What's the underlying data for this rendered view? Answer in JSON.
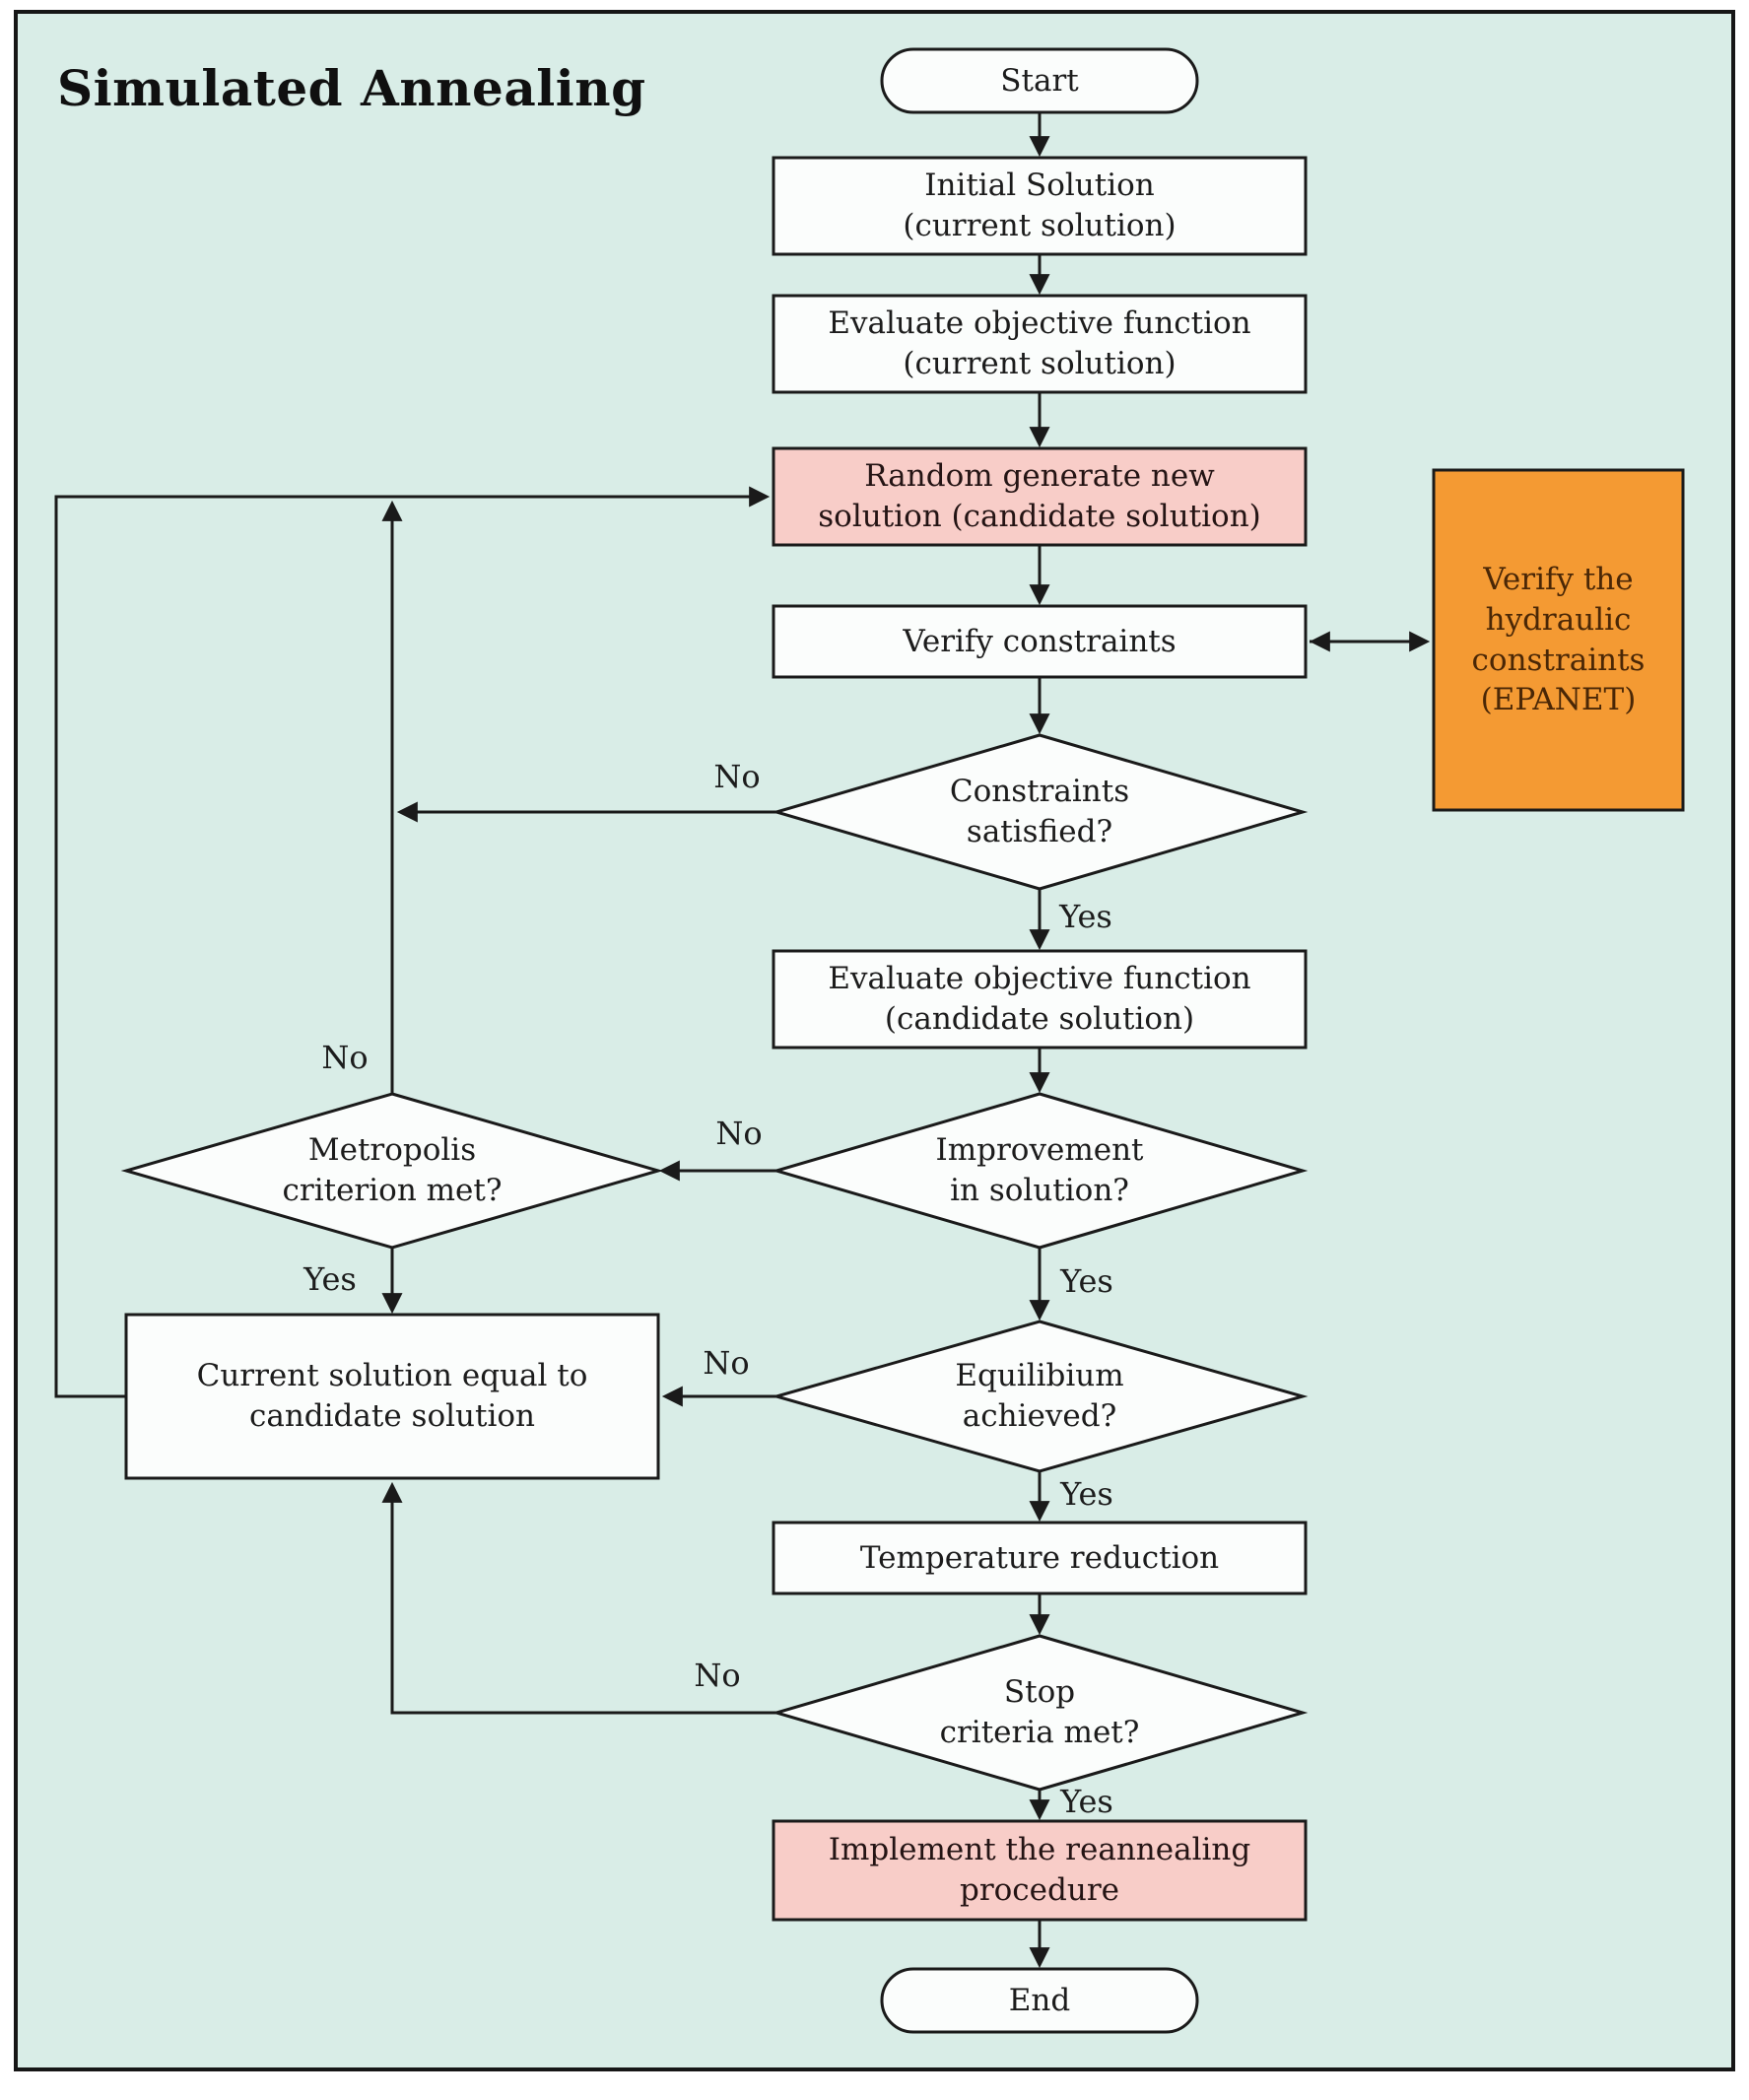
{
  "title": "Simulated Annealing",
  "colors": {
    "panel_background": "#d9ede7",
    "panel_border": "#161616",
    "node_fill": "#fbfdfc",
    "node_border": "#1a1a1a",
    "highlight_pink": "#f8cdc8",
    "highlight_orange": "#f49a33",
    "line": "#1a1a1a"
  },
  "nodes": {
    "start": {
      "type": "terminator",
      "label": "Start"
    },
    "initial_solution": {
      "type": "process",
      "label": "Initial Solution\n(current solution)"
    },
    "evaluate_current": {
      "type": "process",
      "label": "Evaluate objective function\n(current solution)"
    },
    "random_generate": {
      "type": "process",
      "label": "Random generate new\nsolution (candidate solution)"
    },
    "verify_constraints": {
      "type": "process",
      "label": "Verify constraints"
    },
    "epanet": {
      "type": "process",
      "label": "Verify the\nhydraulic\nconstraints\n(EPANET)"
    },
    "constraints_satisfied": {
      "type": "decision",
      "label": "Constraints\nsatisfied?"
    },
    "evaluate_candidate": {
      "type": "process",
      "label": "Evaluate objective function\n(candidate solution)"
    },
    "improvement": {
      "type": "decision",
      "label": "Improvement\nin solution?"
    },
    "metropolis": {
      "type": "decision",
      "label": "Metropolis\ncriterion met?"
    },
    "current_equals_candidate": {
      "type": "process",
      "label": "Current solution equal to\ncandidate solution"
    },
    "equilibium": {
      "type": "decision",
      "label": "Equilibium\nachieved?"
    },
    "temperature_reduction": {
      "type": "process",
      "label": "Temperature reduction"
    },
    "stop_criteria": {
      "type": "decision",
      "label": "Stop\ncriteria met?"
    },
    "reannealing": {
      "type": "process",
      "label": "Implement the reannealing\nprocedure"
    },
    "end": {
      "type": "terminator",
      "label": "End"
    }
  },
  "branch_labels": {
    "constraints_no": "No",
    "constraints_yes": "Yes",
    "improvement_no": "No",
    "improvement_yes": "Yes",
    "metropolis_no": "No",
    "metropolis_yes": "Yes",
    "equilibium_no": "No",
    "equilibium_yes": "Yes",
    "stop_no": "No",
    "stop_yes": "Yes"
  }
}
